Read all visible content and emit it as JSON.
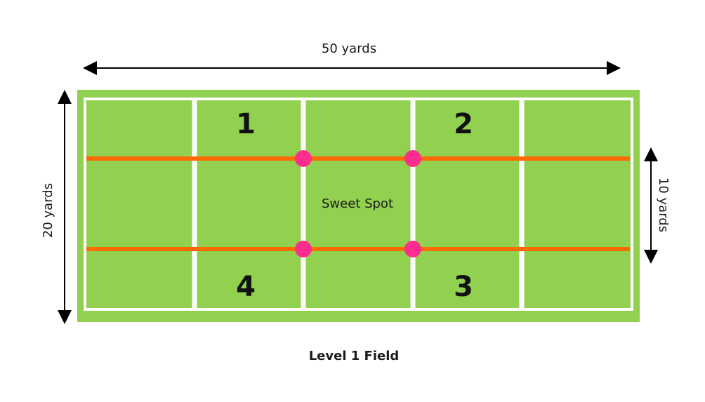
{
  "diagram": {
    "top_dimension": "50 yards",
    "left_dimension": "20 yards",
    "right_dimension": "10 yards",
    "center_label": "Sweet Spot",
    "caption": "Level 1 Field",
    "zones": [
      "1",
      "2",
      "3",
      "4"
    ]
  },
  "colors": {
    "field_green": "#92d050",
    "line_white": "#ffffff",
    "line_orange": "#ff6a00",
    "marker_pink": "#ff2d8e",
    "arrow_black": "#000000"
  }
}
